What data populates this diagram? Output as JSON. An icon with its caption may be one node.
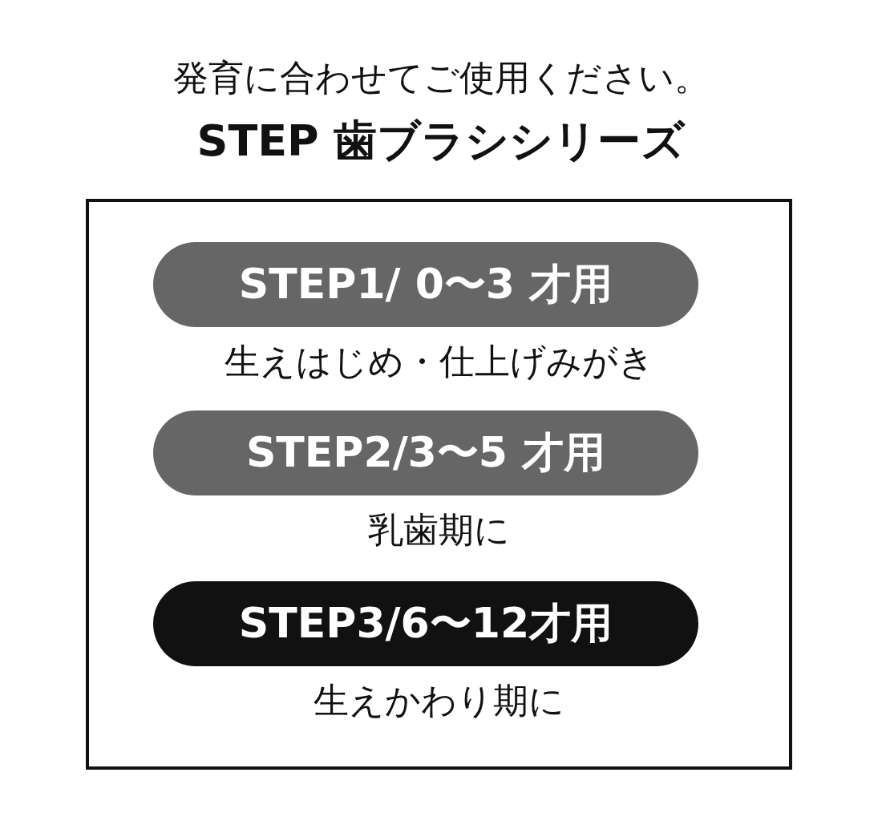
{
  "diagram": {
    "title": "発育に合わせてご使用ください。",
    "nodes": [
      {
        "text": [],
        "shape": "box"
      },
      {
        "text": [
          "STEP1/ 0〜3 才用"
        ],
        "in": 0,
        "beside": [
          "生えはじめ・仕上げみがき"
        ]
      },
      {
        "text": [
          "STEP2/3〜5 才用"
        ],
        "in": 0,
        "beside": [
          "乳歯期に"
        ]
      },
      {
        "text": [
          "STEP3/6〜12才用"
        ],
        "in": 0,
        "beside": [
          "生えかわり期に"
        ]
      }
    ],
    "labels": [
      "STEP 歯ブラシシリーズ"
    ]
  }
}
